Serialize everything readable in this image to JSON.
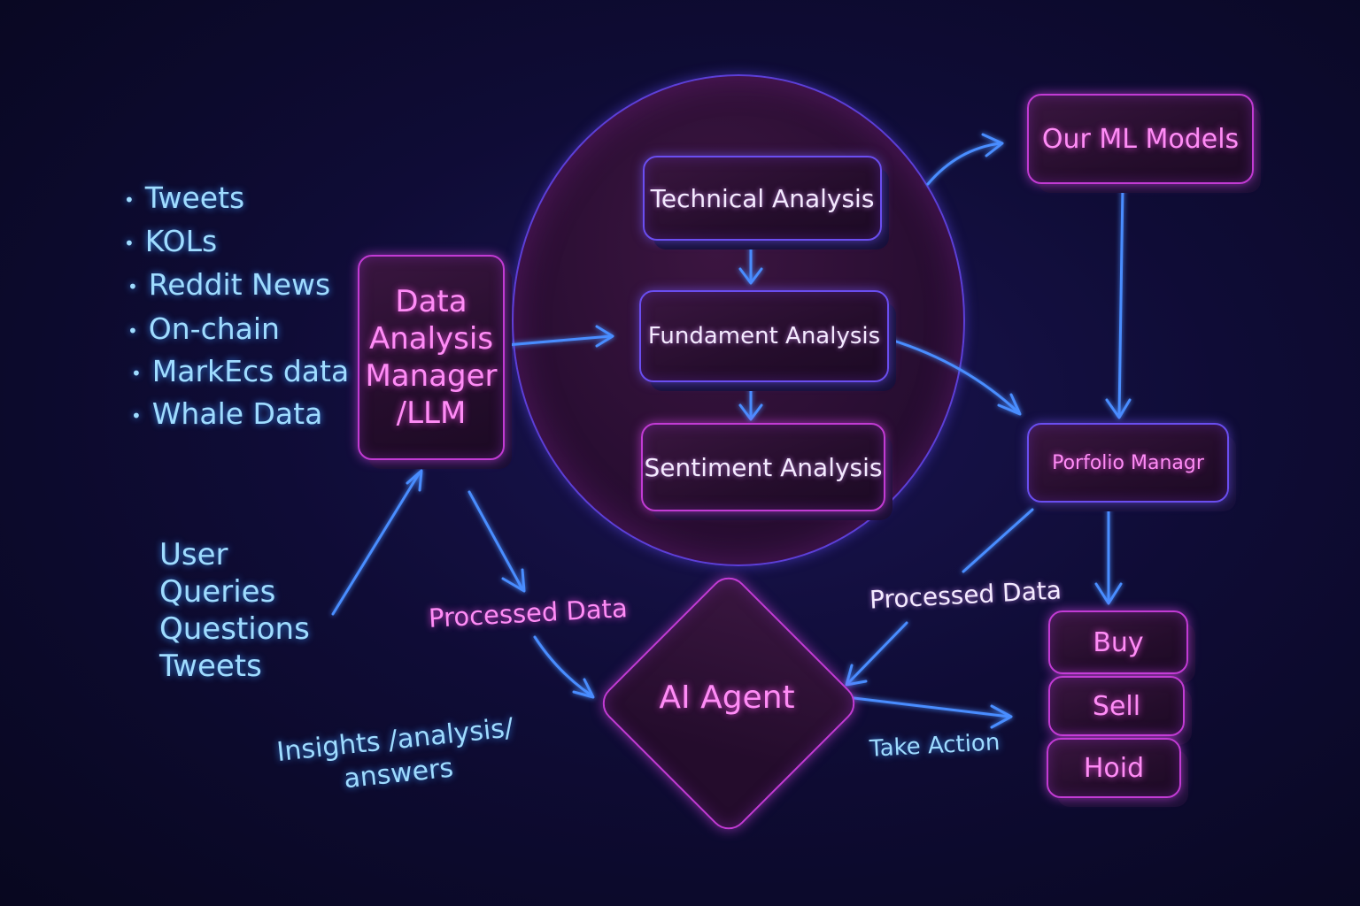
{
  "sources": [
    "Tweets",
    "KOLs",
    "Reddit News",
    "On-chain",
    "MarkEcs data",
    "Whale Data"
  ],
  "user_inputs": [
    "User",
    "Queries",
    "Questions",
    "Tweets"
  ],
  "data_manager": {
    "lines": [
      "Data",
      "Analysis",
      "Manager",
      "/LLM"
    ]
  },
  "analysis": {
    "technical": "Technical Analysis",
    "fundamental": "Fundament Analysis",
    "sentiment": "Sentiment Analysis"
  },
  "ml_models": "Our ML Models",
  "portfolio_manager": "Porfolio Managr",
  "ai_agent": "AI Agent",
  "actions": {
    "buy": "Buy",
    "sell": "Sell",
    "hold": "Hoid"
  },
  "labels": {
    "processed_left": "Processed Data",
    "processed_right": "Processed Data",
    "insights_line1": "Insights /analysis/",
    "insights_line2": "answers",
    "take_action": "Take Action"
  },
  "colors": {
    "neon_blue": "#3f8cff",
    "neon_magenta": "#e14cf0",
    "background": "#0f0c36"
  }
}
